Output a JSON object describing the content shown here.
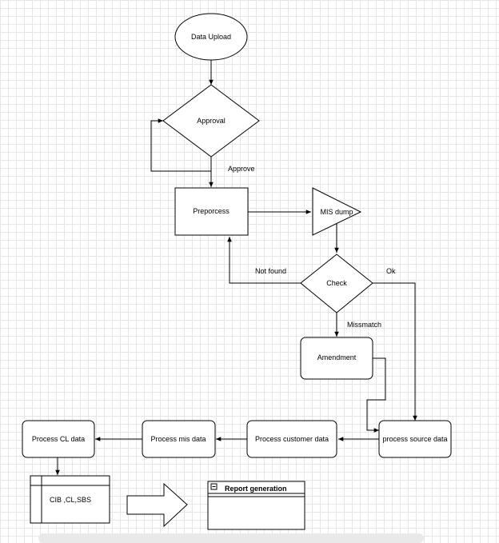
{
  "diagram": {
    "nodes": {
      "data_upload": "Data Upload",
      "approval": "Approval",
      "preprocess": "Preporcess",
      "mis_dump": "MIS dump",
      "check": "Check",
      "amendment": "Amendment",
      "process_source": "process source data",
      "process_customer": "Process customer data",
      "process_mis": "Process mis data",
      "process_cl": "Process CL data",
      "cib_cl_sbs": "CIB ,CL,SBS",
      "report_generation": "Report generation"
    },
    "edge_labels": {
      "approve": "Approve",
      "not_found": "Not found",
      "ok": "Ok",
      "missmatch": "Missmatch"
    }
  }
}
